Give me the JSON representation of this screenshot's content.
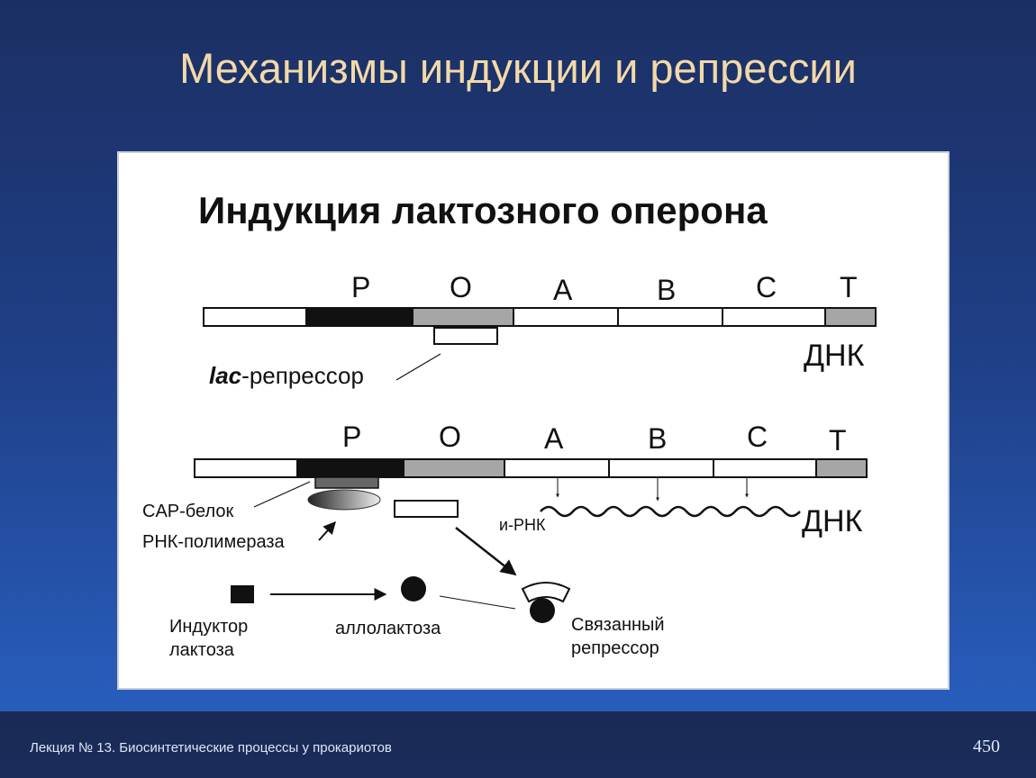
{
  "slide": {
    "title": "Механизмы индукции и репрессии",
    "footer": "Лекция № 13. Биосинтетические процессы у прокариотов",
    "page_number": "450"
  },
  "diagram": {
    "title": "Индукция лактозного оперона",
    "top_row": {
      "gene_labels": [
        "P",
        "O",
        "A",
        "B",
        "C",
        "T"
      ],
      "dna_label": "ДНК",
      "repressor_label_italic": "lac",
      "repressor_label_rest": "-репрессор"
    },
    "bottom_row": {
      "gene_labels": [
        "P",
        "O",
        "A",
        "B",
        "C",
        "T"
      ],
      "dna_label": "ДНК",
      "cap_label": "CAP-белок",
      "polymerase_label": "РНК-полимераза",
      "mrna_label": "и-РНК",
      "inducer_label_1": "Индуктор",
      "inducer_label_2": "лактоза",
      "allolactose_label": "аллолактоза",
      "bound_label_1": "Связанный",
      "bound_label_2": "репрессор"
    }
  },
  "colors": {
    "title": "#f3d9a8",
    "promoter": "#111111",
    "operator": "#a6a6a6"
  }
}
